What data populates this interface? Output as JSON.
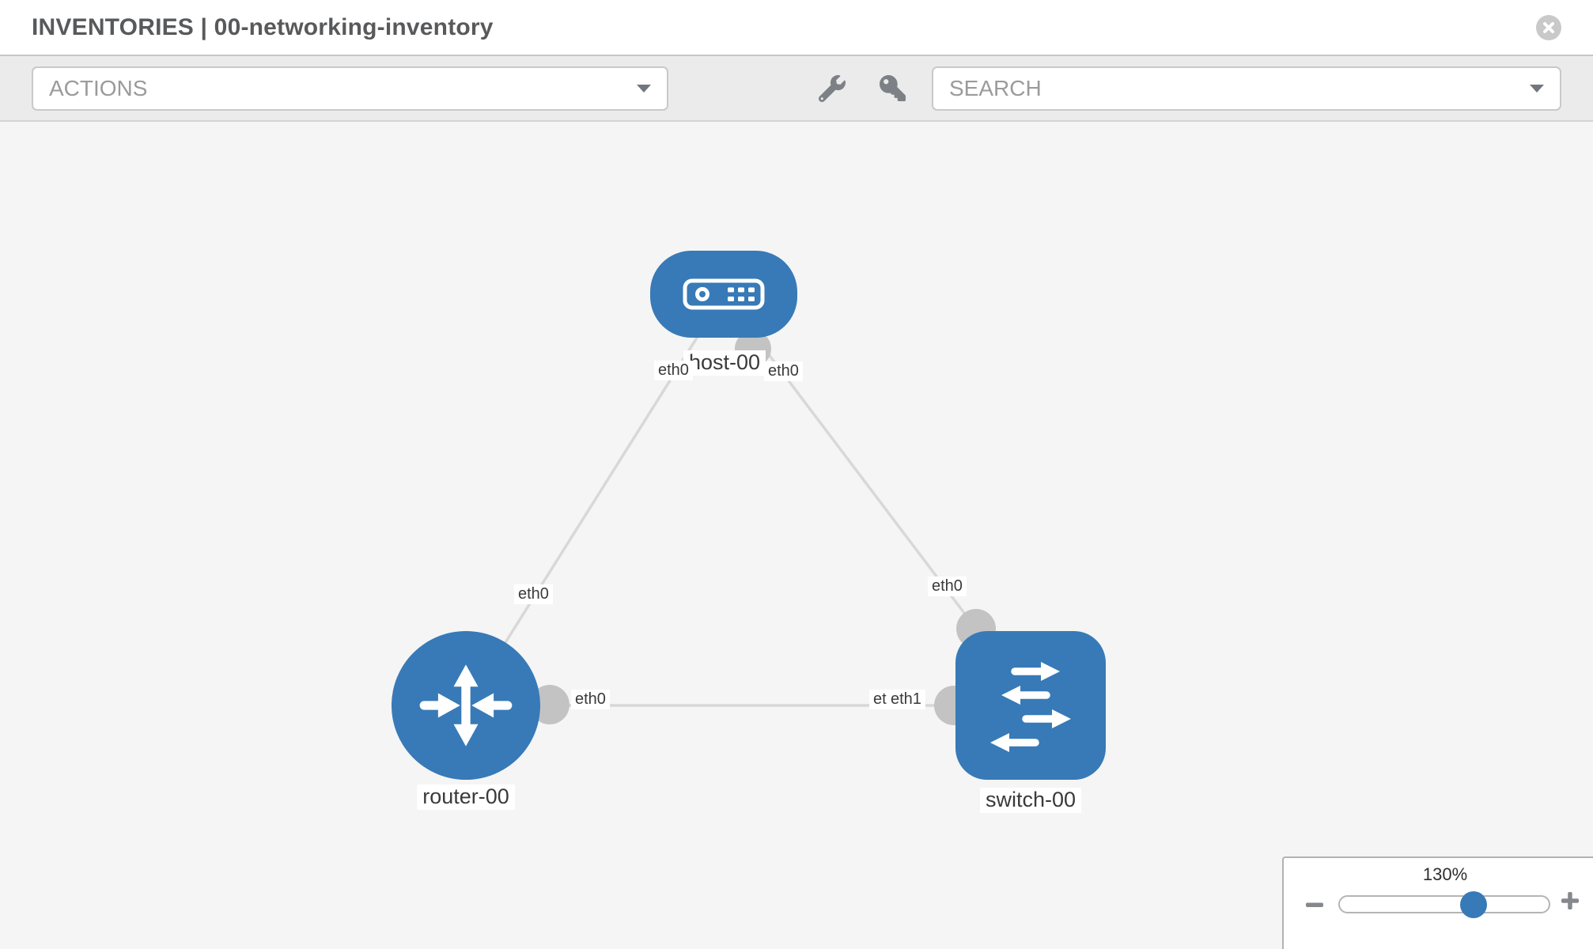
{
  "header": {
    "title": "INVENTORIES | 00-networking-inventory"
  },
  "toolbar": {
    "actions_placeholder": "ACTIONS",
    "search_placeholder": "SEARCH"
  },
  "icons": {
    "close": "circle-x",
    "wrench": "wrench",
    "key": "key",
    "actions_caret": "chevron-down",
    "search_caret": "chevron-down",
    "zoom_out": "minus",
    "zoom_in": "plus"
  },
  "colors": {
    "node_blue": "#377ab7",
    "link_gray": "#d8d8d8",
    "interface_gray": "#c3c3c3",
    "canvas_bg": "#f5f5f5",
    "toolbar_bg": "#ebebeb"
  },
  "topology": {
    "nodes": [
      {
        "label": "host-00",
        "type": "host"
      },
      {
        "label": "router-00",
        "type": "router"
      },
      {
        "label": "switch-00",
        "type": "switch"
      }
    ],
    "links": [
      {
        "from": "host-00",
        "to": "router-00",
        "from_interface": "eth0",
        "to_interface": "eth0"
      },
      {
        "from": "host-00",
        "to": "switch-00",
        "from_interface": "eth0",
        "to_interface": "eth0"
      },
      {
        "from": "router-00",
        "to": "switch-00",
        "from_interface": "eth0",
        "to_interface": "eth1",
        "overlapped_interface": "eth0"
      }
    ]
  },
  "zoom_control": {
    "value": "130%"
  }
}
